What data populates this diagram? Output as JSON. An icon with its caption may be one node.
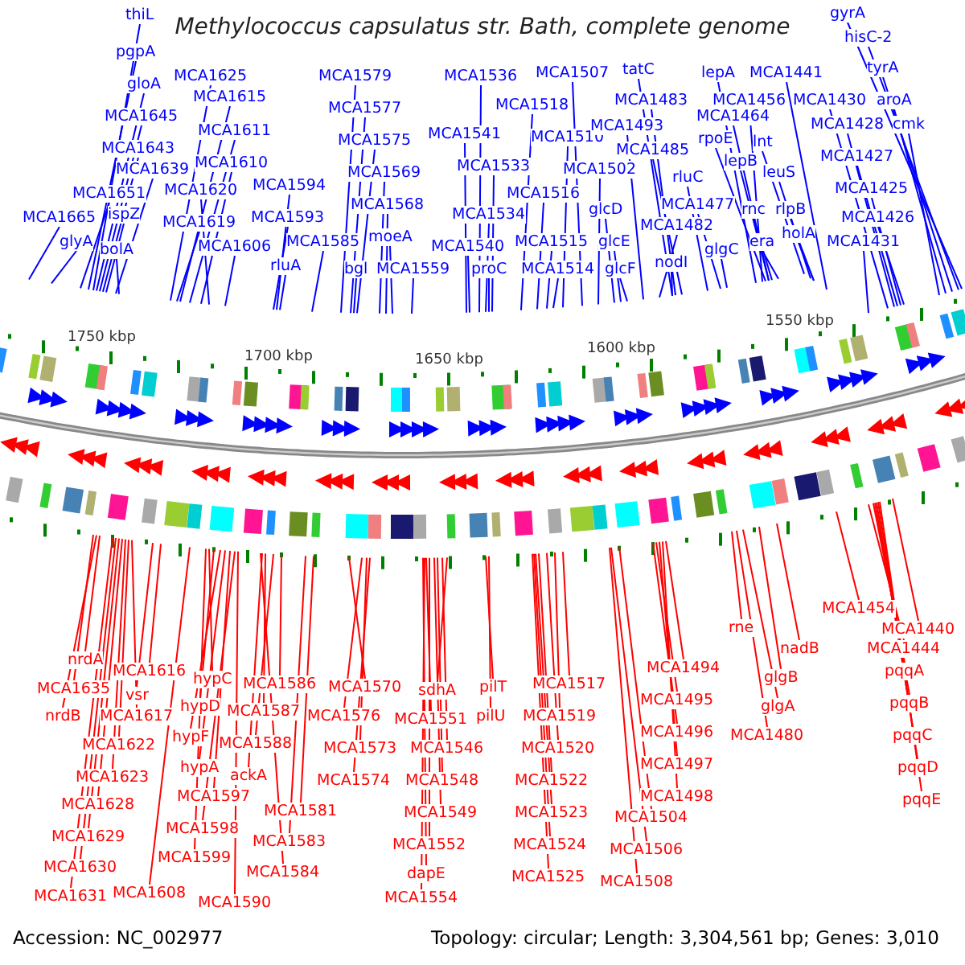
{
  "diagram": {
    "title": "Methylococcus capsulatus str. Bath, complete genome",
    "nodes": [
      {
        "text": [
          "thiL"
        ]
      },
      {
        "text": [
          "pgpA"
        ]
      },
      {
        "text": [
          "gloA"
        ]
      },
      {
        "text": [
          "MCA1645"
        ]
      },
      {
        "text": [
          "MCA1643"
        ]
      },
      {
        "text": [
          "MCA1639"
        ]
      },
      {
        "text": [
          "MCA1651"
        ]
      },
      {
        "text": [
          "ispZ"
        ]
      },
      {
        "text": [
          "MCA1665"
        ]
      },
      {
        "text": [
          "glyA"
        ]
      },
      {
        "text": [
          "bolA"
        ]
      },
      {
        "text": [
          "MCA1625"
        ]
      },
      {
        "text": [
          "MCA1615"
        ]
      },
      {
        "text": [
          "MCA1611"
        ]
      },
      {
        "text": [
          "MCA1610"
        ]
      },
      {
        "text": [
          "MCA1620"
        ]
      },
      {
        "text": [
          "MCA1619"
        ]
      },
      {
        "text": [
          "MCA1606"
        ]
      },
      {
        "text": [
          "MCA1594"
        ]
      },
      {
        "text": [
          "MCA1593"
        ]
      },
      {
        "text": [
          "rluA"
        ]
      },
      {
        "text": [
          "MCA1585"
        ]
      },
      {
        "text": [
          "MCA1579"
        ]
      },
      {
        "text": [
          "MCA1577"
        ]
      },
      {
        "text": [
          "MCA1575"
        ]
      },
      {
        "text": [
          "MCA1569"
        ]
      },
      {
        "text": [
          "MCA1568"
        ]
      },
      {
        "text": [
          "moeA"
        ]
      },
      {
        "text": [
          "bgl"
        ]
      },
      {
        "text": [
          "MCA1559"
        ]
      },
      {
        "text": [
          "MCA1536"
        ]
      },
      {
        "text": [
          "MCA1541"
        ]
      },
      {
        "text": [
          "MCA1533"
        ]
      },
      {
        "text": [
          "MCA1534"
        ]
      },
      {
        "text": [
          "MCA1540"
        ]
      },
      {
        "text": [
          "proC"
        ]
      },
      {
        "text": [
          "MCA1507"
        ]
      },
      {
        "text": [
          "MCA1518"
        ]
      },
      {
        "text": [
          "MCA1510"
        ]
      },
      {
        "text": [
          "MCA1502"
        ]
      },
      {
        "text": [
          "MCA1516"
        ]
      },
      {
        "text": [
          "MCA1515"
        ]
      },
      {
        "text": [
          "MCA1514"
        ]
      },
      {
        "text": [
          "glcD"
        ]
      },
      {
        "text": [
          "glcE"
        ]
      },
      {
        "text": [
          "glcF"
        ]
      },
      {
        "text": [
          "tatC"
        ]
      },
      {
        "text": [
          "MCA1483"
        ]
      },
      {
        "text": [
          "MCA1493"
        ]
      },
      {
        "text": [
          "MCA1485"
        ]
      },
      {
        "text": [
          "rluC"
        ]
      },
      {
        "text": [
          "MCA1477"
        ]
      },
      {
        "text": [
          "MCA1482"
        ]
      },
      {
        "text": [
          "nodI"
        ]
      },
      {
        "text": [
          "glgC"
        ]
      },
      {
        "text": [
          "lepA"
        ]
      },
      {
        "text": [
          "MCA1441"
        ]
      },
      {
        "text": [
          "MCA1456"
        ]
      },
      {
        "text": [
          "MCA1464"
        ]
      },
      {
        "text": [
          "rpoE"
        ]
      },
      {
        "text": [
          "lnt"
        ]
      },
      {
        "text": [
          "lepB"
        ]
      },
      {
        "text": [
          "leuS"
        ]
      },
      {
        "text": [
          "rnc"
        ]
      },
      {
        "text": [
          "rlpB"
        ]
      },
      {
        "text": [
          "era"
        ]
      },
      {
        "text": [
          "holA"
        ]
      },
      {
        "text": [
          "gyrA"
        ]
      },
      {
        "text": [
          "hisC-2"
        ]
      },
      {
        "text": [
          "tyrA"
        ]
      },
      {
        "text": [
          "aroA"
        ]
      },
      {
        "text": [
          "MCA1430"
        ]
      },
      {
        "text": [
          "MCA1428"
        ]
      },
      {
        "text": [
          "cmk"
        ]
      },
      {
        "text": [
          "MCA1427"
        ]
      },
      {
        "text": [
          "MCA1425"
        ]
      },
      {
        "text": [
          "MCA1426"
        ]
      },
      {
        "text": [
          "MCA1431"
        ]
      },
      {
        "text": [
          "nrdA"
        ]
      },
      {
        "text": [
          "MCA1635"
        ]
      },
      {
        "text": [
          "nrdB"
        ]
      },
      {
        "text": [
          "MCA1616"
        ]
      },
      {
        "text": [
          "vsr"
        ]
      },
      {
        "text": [
          "MCA1617"
        ]
      },
      {
        "text": [
          "MCA1622"
        ]
      },
      {
        "text": [
          "MCA1623"
        ]
      },
      {
        "text": [
          "MCA1628"
        ]
      },
      {
        "text": [
          "MCA1629"
        ]
      },
      {
        "text": [
          "MCA1630"
        ]
      },
      {
        "text": [
          "MCA1631"
        ]
      },
      {
        "text": [
          "MCA1608"
        ]
      },
      {
        "text": [
          "hypC"
        ]
      },
      {
        "text": [
          "hypD"
        ]
      },
      {
        "text": [
          "hypF"
        ]
      },
      {
        "text": [
          "hypA"
        ]
      },
      {
        "text": [
          "MCA1597"
        ]
      },
      {
        "text": [
          "MCA1598"
        ]
      },
      {
        "text": [
          "MCA1599"
        ]
      },
      {
        "text": [
          "MCA1590"
        ]
      },
      {
        "text": [
          "MCA1586"
        ]
      },
      {
        "text": [
          "MCA1587"
        ]
      },
      {
        "text": [
          "MCA1588"
        ]
      },
      {
        "text": [
          "ackA"
        ]
      },
      {
        "text": [
          "MCA1581"
        ]
      },
      {
        "text": [
          "MCA1583"
        ]
      },
      {
        "text": [
          "MCA1584"
        ]
      },
      {
        "text": [
          "MCA1570"
        ]
      },
      {
        "text": [
          "MCA1576"
        ]
      },
      {
        "text": [
          "MCA1573"
        ]
      },
      {
        "text": [
          "MCA1574"
        ]
      },
      {
        "text": [
          "sdhA"
        ]
      },
      {
        "text": [
          "MCA1551"
        ]
      },
      {
        "text": [
          "MCA1546"
        ]
      },
      {
        "text": [
          "MCA1548"
        ]
      },
      {
        "text": [
          "MCA1549"
        ]
      },
      {
        "text": [
          "MCA1552"
        ]
      },
      {
        "text": [
          "dapE"
        ]
      },
      {
        "text": [
          "MCA1554"
        ]
      },
      {
        "text": [
          "pilT"
        ]
      },
      {
        "text": [
          "pilU"
        ]
      },
      {
        "text": [
          "MCA1517"
        ]
      },
      {
        "text": [
          "MCA1519"
        ]
      },
      {
        "text": [
          "MCA1520"
        ]
      },
      {
        "text": [
          "MCA1522"
        ]
      },
      {
        "text": [
          "MCA1523"
        ]
      },
      {
        "text": [
          "MCA1524"
        ]
      },
      {
        "text": [
          "MCA1525"
        ]
      },
      {
        "text": [
          "MCA1494"
        ]
      },
      {
        "text": [
          "MCA1495"
        ]
      },
      {
        "text": [
          "MCA1496"
        ]
      },
      {
        "text": [
          "MCA1497"
        ]
      },
      {
        "text": [
          "MCA1498"
        ]
      },
      {
        "text": [
          "MCA1504"
        ]
      },
      {
        "text": [
          "MCA1506"
        ]
      },
      {
        "text": [
          "MCA1508"
        ]
      },
      {
        "text": [
          "rne"
        ]
      },
      {
        "text": [
          "nadB"
        ]
      },
      {
        "text": [
          "glgB"
        ]
      },
      {
        "text": [
          "glgA"
        ]
      },
      {
        "text": [
          "MCA1480"
        ]
      },
      {
        "text": [
          "MCA1454"
        ]
      },
      {
        "text": [
          "MCA1440"
        ]
      },
      {
        "text": [
          "MCA1444"
        ]
      },
      {
        "text": [
          "pqqA"
        ]
      },
      {
        "text": [
          "pqqB"
        ]
      },
      {
        "text": [
          "pqqC"
        ]
      },
      {
        "text": [
          "pqqD"
        ]
      },
      {
        "text": [
          "pqqE"
        ]
      }
    ],
    "edges": [
      {
        "from": 0,
        "to": null,
        "arrow": "none"
      },
      {
        "from": 1,
        "to": null,
        "arrow": "none"
      },
      {
        "from": 2,
        "to": null,
        "arrow": "none"
      },
      {
        "from": 3,
        "to": null,
        "arrow": "none"
      },
      {
        "from": 4,
        "to": null,
        "arrow": "none"
      },
      {
        "from": 5,
        "to": null,
        "arrow": "none"
      },
      {
        "from": 6,
        "to": null,
        "arrow": "none"
      },
      {
        "from": 7,
        "to": null,
        "arrow": "none"
      },
      {
        "from": 8,
        "to": null,
        "arrow": "none"
      },
      {
        "from": 9,
        "to": null,
        "arrow": "none"
      },
      {
        "from": 10,
        "to": null,
        "arrow": "none"
      },
      {
        "from": 11,
        "to": null,
        "arrow": "none"
      },
      {
        "from": 12,
        "to": null,
        "arrow": "none"
      },
      {
        "from": 13,
        "to": null,
        "arrow": "none"
      },
      {
        "from": 14,
        "to": null,
        "arrow": "none"
      },
      {
        "from": 15,
        "to": null,
        "arrow": "none"
      },
      {
        "from": 16,
        "to": null,
        "arrow": "none"
      },
      {
        "from": 17,
        "to": null,
        "arrow": "none"
      },
      {
        "from": 18,
        "to": null,
        "arrow": "none"
      },
      {
        "from": 19,
        "to": null,
        "arrow": "none"
      },
      {
        "from": 20,
        "to": null,
        "arrow": "none"
      },
      {
        "from": 21,
        "to": null,
        "arrow": "none"
      },
      {
        "from": 22,
        "to": null,
        "arrow": "none"
      },
      {
        "from": 23,
        "to": null,
        "arrow": "none"
      },
      {
        "from": 24,
        "to": null,
        "arrow": "none"
      },
      {
        "from": 25,
        "to": null,
        "arrow": "none"
      },
      {
        "from": 26,
        "to": null,
        "arrow": "none"
      },
      {
        "from": 27,
        "to": null,
        "arrow": "none"
      },
      {
        "from": 28,
        "to": null,
        "arrow": "none"
      },
      {
        "from": 29,
        "to": null,
        "arrow": "none"
      },
      {
        "from": 30,
        "to": null,
        "arrow": "none"
      },
      {
        "from": 31,
        "to": null,
        "arrow": "none"
      },
      {
        "from": 32,
        "to": null,
        "arrow": "none"
      },
      {
        "from": 33,
        "to": null,
        "arrow": "none"
      },
      {
        "from": 34,
        "to": null,
        "arrow": "none"
      },
      {
        "from": 35,
        "to": null,
        "arrow": "none"
      },
      {
        "from": 36,
        "to": null,
        "arrow": "none"
      },
      {
        "from": 37,
        "to": null,
        "arrow": "none"
      },
      {
        "from": 38,
        "to": null,
        "arrow": "none"
      },
      {
        "from": 39,
        "to": null,
        "arrow": "none"
      },
      {
        "from": 40,
        "to": null,
        "arrow": "none"
      },
      {
        "from": 41,
        "to": null,
        "arrow": "none"
      },
      {
        "from": 42,
        "to": null,
        "arrow": "none"
      },
      {
        "from": 43,
        "to": null,
        "arrow": "none"
      },
      {
        "from": 44,
        "to": null,
        "arrow": "none"
      },
      {
        "from": 45,
        "to": null,
        "arrow": "none"
      },
      {
        "from": 46,
        "to": null,
        "arrow": "none"
      },
      {
        "from": 47,
        "to": null,
        "arrow": "none"
      },
      {
        "from": 48,
        "to": null,
        "arrow": "none"
      },
      {
        "from": 49,
        "to": null,
        "arrow": "none"
      },
      {
        "from": 50,
        "to": null,
        "arrow": "none"
      },
      {
        "from": 51,
        "to": null,
        "arrow": "none"
      },
      {
        "from": 52,
        "to": null,
        "arrow": "none"
      },
      {
        "from": 53,
        "to": null,
        "arrow": "none"
      },
      {
        "from": 54,
        "to": null,
        "arrow": "none"
      },
      {
        "from": 55,
        "to": null,
        "arrow": "none"
      },
      {
        "from": 56,
        "to": null,
        "arrow": "none"
      },
      {
        "from": 57,
        "to": null,
        "arrow": "none"
      },
      {
        "from": 58,
        "to": null,
        "arrow": "none"
      },
      {
        "from": 59,
        "to": null,
        "arrow": "none"
      },
      {
        "from": 60,
        "to": null,
        "arrow": "none"
      },
      {
        "from": 61,
        "to": null,
        "arrow": "none"
      },
      {
        "from": 62,
        "to": null,
        "arrow": "none"
      },
      {
        "from": 63,
        "to": null,
        "arrow": "none"
      },
      {
        "from": 64,
        "to": null,
        "arrow": "none"
      },
      {
        "from": 65,
        "to": null,
        "arrow": "none"
      },
      {
        "from": 66,
        "to": null,
        "arrow": "none"
      },
      {
        "from": 67,
        "to": null,
        "arrow": "none"
      },
      {
        "from": 68,
        "to": null,
        "arrow": "none"
      },
      {
        "from": 69,
        "to": null,
        "arrow": "none"
      },
      {
        "from": 70,
        "to": null,
        "arrow": "none"
      },
      {
        "from": 71,
        "to": null,
        "arrow": "none"
      },
      {
        "from": 72,
        "to": null,
        "arrow": "none"
      },
      {
        "from": 73,
        "to": null,
        "arrow": "none"
      },
      {
        "from": 74,
        "to": null,
        "arrow": "none"
      },
      {
        "from": 75,
        "to": null,
        "arrow": "none"
      },
      {
        "from": 76,
        "to": null,
        "arrow": "none"
      },
      {
        "from": 77,
        "to": null,
        "arrow": "none"
      },
      {
        "from": 78,
        "to": null,
        "arrow": "none",
        "color": "#ff0000"
      },
      {
        "from": 79,
        "to": null,
        "arrow": "none",
        "color": "#ff0000"
      },
      {
        "from": 80,
        "to": null,
        "arrow": "none",
        "color": "#ff0000"
      },
      {
        "from": 81,
        "to": null,
        "arrow": "none",
        "color": "#ff0000"
      },
      {
        "from": 82,
        "to": null,
        "arrow": "none",
        "color": "#ff0000"
      },
      {
        "from": 83,
        "to": null,
        "arrow": "none",
        "color": "#ff0000"
      },
      {
        "from": 84,
        "to": null,
        "arrow": "none",
        "color": "#ff0000"
      },
      {
        "from": 85,
        "to": null,
        "arrow": "none",
        "color": "#ff0000"
      },
      {
        "from": 86,
        "to": null,
        "arrow": "none",
        "color": "#ff0000"
      },
      {
        "from": 87,
        "to": null,
        "arrow": "none",
        "color": "#ff0000"
      },
      {
        "from": 88,
        "to": null,
        "arrow": "none",
        "color": "#ff0000"
      },
      {
        "from": 89,
        "to": null,
        "arrow": "none",
        "color": "#ff0000"
      },
      {
        "from": 90,
        "to": null,
        "arrow": "none",
        "color": "#ff0000"
      },
      {
        "from": 91,
        "to": null,
        "arrow": "none",
        "color": "#ff0000"
      },
      {
        "from": 92,
        "to": null,
        "arrow": "none",
        "color": "#ff0000"
      },
      {
        "from": 93,
        "to": null,
        "arrow": "none",
        "color": "#ff0000"
      },
      {
        "from": 94,
        "to": null,
        "arrow": "none",
        "color": "#ff0000"
      },
      {
        "from": 95,
        "to": null,
        "arrow": "none",
        "color": "#ff0000"
      },
      {
        "from": 96,
        "to": null,
        "arrow": "none",
        "color": "#ff0000"
      },
      {
        "from": 97,
        "to": null,
        "arrow": "none",
        "color": "#ff0000"
      },
      {
        "from": 98,
        "to": null,
        "arrow": "none",
        "color": "#ff0000"
      },
      {
        "from": 99,
        "to": null,
        "arrow": "none",
        "color": "#ff0000"
      },
      {
        "from": 100,
        "to": null,
        "arrow": "none",
        "color": "#ff0000"
      },
      {
        "from": 101,
        "to": null,
        "arrow": "none",
        "color": "#ff0000"
      },
      {
        "from": 102,
        "to": null,
        "arrow": "none",
        "color": "#ff0000"
      },
      {
        "from": 103,
        "to": null,
        "arrow": "none",
        "color": "#ff0000"
      },
      {
        "from": 104,
        "to": null,
        "arrow": "none",
        "color": "#ff0000"
      },
      {
        "from": 105,
        "to": null,
        "arrow": "none",
        "color": "#ff0000"
      },
      {
        "from": 106,
        "to": null,
        "arrow": "none",
        "color": "#ff0000"
      },
      {
        "from": 107,
        "to": null,
        "arrow": "none",
        "color": "#ff0000"
      },
      {
        "from": 108,
        "to": null,
        "arrow": "none",
        "color": "#ff0000"
      },
      {
        "from": 109,
        "to": null,
        "arrow": "none",
        "color": "#ff0000"
      },
      {
        "from": 110,
        "to": null,
        "arrow": "none",
        "color": "#ff0000"
      },
      {
        "from": 111,
        "to": null,
        "arrow": "none",
        "color": "#ff0000"
      },
      {
        "from": 112,
        "to": null,
        "arrow": "none",
        "color": "#ff0000"
      },
      {
        "from": 113,
        "to": null,
        "arrow": "none",
        "color": "#ff0000"
      },
      {
        "from": 114,
        "to": null,
        "arrow": "none",
        "color": "#ff0000"
      },
      {
        "from": 115,
        "to": null,
        "arrow": "none",
        "color": "#ff0000"
      },
      {
        "from": 116,
        "to": null,
        "arrow": "none",
        "color": "#ff0000"
      },
      {
        "from": 117,
        "to": null,
        "arrow": "none",
        "color": "#ff0000"
      },
      {
        "from": 118,
        "to": null,
        "arrow": "none",
        "color": "#ff0000"
      },
      {
        "from": 119,
        "to": null,
        "arrow": "none",
        "color": "#ff0000"
      },
      {
        "from": 120,
        "to": null,
        "arrow": "none",
        "color": "#ff0000"
      },
      {
        "from": 121,
        "to": null,
        "arrow": "none",
        "color": "#ff0000"
      },
      {
        "from": 122,
        "to": null,
        "arrow": "none",
        "color": "#ff0000"
      },
      {
        "from": 123,
        "to": null,
        "arrow": "none",
        "color": "#ff0000"
      },
      {
        "from": 124,
        "to": null,
        "arrow": "none",
        "color": "#ff0000"
      },
      {
        "from": 125,
        "to": null,
        "arrow": "none",
        "color": "#ff0000"
      },
      {
        "from": 126,
        "to": null,
        "arrow": "none",
        "color": "#ff0000"
      },
      {
        "from": 127,
        "to": null,
        "arrow": "none",
        "color": "#ff0000"
      },
      {
        "from": 128,
        "to": null,
        "arrow": "none",
        "color": "#ff0000"
      },
      {
        "from": 129,
        "to": null,
        "arrow": "none",
        "color": "#ff0000"
      },
      {
        "from": 130,
        "to": null,
        "arrow": "none",
        "color": "#ff0000"
      },
      {
        "from": 131,
        "to": null,
        "arrow": "none",
        "color": "#ff0000"
      },
      {
        "from": 132,
        "to": null,
        "arrow": "none",
        "color": "#ff0000"
      },
      {
        "from": 133,
        "to": null,
        "arrow": "none",
        "color": "#ff0000"
      },
      {
        "from": 134,
        "to": null,
        "arrow": "none",
        "color": "#ff0000"
      },
      {
        "from": 135,
        "to": null,
        "arrow": "none",
        "color": "#ff0000"
      },
      {
        "from": 136,
        "to": null,
        "arrow": "none",
        "color": "#ff0000"
      },
      {
        "from": 137,
        "to": null,
        "arrow": "none",
        "color": "#ff0000"
      },
      {
        "from": 138,
        "to": null,
        "arrow": "none",
        "color": "#ff0000"
      },
      {
        "from": 139,
        "to": null,
        "arrow": "none",
        "color": "#ff0000"
      },
      {
        "from": 140,
        "to": null,
        "arrow": "none",
        "color": "#ff0000"
      },
      {
        "from": 141,
        "to": null,
        "arrow": "none",
        "color": "#ff0000"
      },
      {
        "from": 142,
        "to": null,
        "arrow": "none",
        "color": "#ff0000"
      },
      {
        "from": 143,
        "to": null,
        "arrow": "none",
        "color": "#ff0000"
      },
      {
        "from": 144,
        "to": null,
        "arrow": "none",
        "color": "#ff0000"
      },
      {
        "from": 145,
        "to": null,
        "arrow": "none",
        "color": "#ff0000"
      },
      {
        "from": 146,
        "to": null,
        "arrow": "none",
        "color": "#ff0000"
      },
      {
        "from": 147,
        "to": null,
        "arrow": "none",
        "color": "#ff0000"
      }
    ],
    "labels": [
      "1750 kbp",
      "1700 kbp",
      "1650 kbp",
      "1600 kbp",
      "1550 kbp",
      "Accession: NC_002977",
      "Topology: circular; Length: 3,304,561 bp; Genes: 3,010"
    ]
  }
}
